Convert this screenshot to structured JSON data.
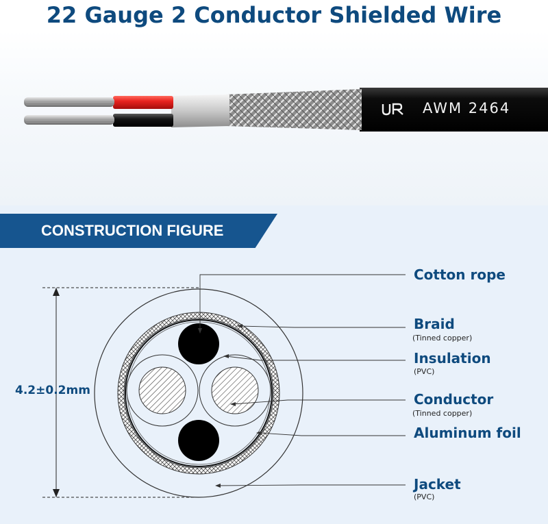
{
  "title": "22 Gauge 2 Conductor Shielded Wire",
  "cable_print": "AWM 2464",
  "cable_logo_icon": "ul-recognized-icon",
  "section_heading": "CONSTRUCTION FIGURE",
  "dimension": "4.2±0.2mm",
  "components": [
    {
      "name": "Cotton rope",
      "detail": ""
    },
    {
      "name": "Braid",
      "detail": "(Tinned copper)"
    },
    {
      "name": "Insulation",
      "detail": "(PVC)"
    },
    {
      "name": "Conductor",
      "detail": "(Tinned copper)"
    },
    {
      "name": "Aluminum foil",
      "detail": ""
    },
    {
      "name": "Jacket",
      "detail": "(PVC)"
    }
  ],
  "colors": {
    "title": "#0e4a7e",
    "banner": "#16558f",
    "wire_red": "#e8231f",
    "wire_black": "#141414",
    "jacket": "#0c0c0c"
  }
}
